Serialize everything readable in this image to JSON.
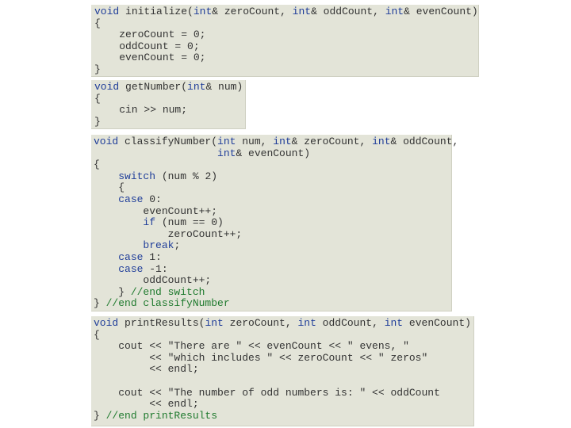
{
  "colors": {
    "background": "#ffffff",
    "block_background": "#e3e4d8",
    "text": "#333333",
    "keyword": "#1f3d99",
    "comment": "#1f7a2e"
  },
  "blocks": [
    {
      "name": "initialize",
      "lines": [
        [
          {
            "t": "kw",
            "s": "void"
          },
          {
            "t": "tx",
            "s": " initialize("
          },
          {
            "t": "kw",
            "s": "int"
          },
          {
            "t": "tx",
            "s": "& zeroCount, "
          },
          {
            "t": "kw",
            "s": "int"
          },
          {
            "t": "tx",
            "s": "& oddCount, "
          },
          {
            "t": "kw",
            "s": "int"
          },
          {
            "t": "tx",
            "s": "& evenCount)"
          }
        ],
        [
          {
            "t": "tx",
            "s": "{"
          }
        ],
        [
          {
            "t": "tx",
            "s": "    zeroCount = 0;"
          }
        ],
        [
          {
            "t": "tx",
            "s": "    oddCount = 0;"
          }
        ],
        [
          {
            "t": "tx",
            "s": "    evenCount = 0;"
          }
        ],
        [
          {
            "t": "tx",
            "s": "}"
          }
        ]
      ]
    },
    {
      "name": "getNumber",
      "lines": [
        [
          {
            "t": "kw",
            "s": "void"
          },
          {
            "t": "tx",
            "s": " getNumber("
          },
          {
            "t": "kw",
            "s": "int"
          },
          {
            "t": "tx",
            "s": "& num)"
          }
        ],
        [
          {
            "t": "tx",
            "s": "{"
          }
        ],
        [
          {
            "t": "tx",
            "s": "    cin >> num;"
          }
        ],
        [
          {
            "t": "tx",
            "s": "}"
          }
        ]
      ]
    },
    {
      "name": "classifyNumber",
      "lines": [
        [
          {
            "t": "kw",
            "s": "void"
          },
          {
            "t": "tx",
            "s": " classifyNumber("
          },
          {
            "t": "kw",
            "s": "int"
          },
          {
            "t": "tx",
            "s": " num, "
          },
          {
            "t": "kw",
            "s": "int"
          },
          {
            "t": "tx",
            "s": "& zeroCount, "
          },
          {
            "t": "kw",
            "s": "int"
          },
          {
            "t": "tx",
            "s": "& oddCount,"
          }
        ],
        [
          {
            "t": "tx",
            "s": "                    "
          },
          {
            "t": "kw",
            "s": "int"
          },
          {
            "t": "tx",
            "s": "& evenCount)"
          }
        ],
        [
          {
            "t": "tx",
            "s": "{"
          }
        ],
        [
          {
            "t": "tx",
            "s": "    "
          },
          {
            "t": "kw",
            "s": "switch"
          },
          {
            "t": "tx",
            "s": " (num % 2)"
          }
        ],
        [
          {
            "t": "tx",
            "s": "    {"
          }
        ],
        [
          {
            "t": "tx",
            "s": "    "
          },
          {
            "t": "kw",
            "s": "case"
          },
          {
            "t": "tx",
            "s": " 0:"
          }
        ],
        [
          {
            "t": "tx",
            "s": "        evenCount++;"
          }
        ],
        [
          {
            "t": "tx",
            "s": "        "
          },
          {
            "t": "kw",
            "s": "if"
          },
          {
            "t": "tx",
            "s": " (num == 0)"
          }
        ],
        [
          {
            "t": "tx",
            "s": "            zeroCount++;"
          }
        ],
        [
          {
            "t": "tx",
            "s": "        "
          },
          {
            "t": "kw",
            "s": "break"
          },
          {
            "t": "tx",
            "s": ";"
          }
        ],
        [
          {
            "t": "tx",
            "s": "    "
          },
          {
            "t": "kw",
            "s": "case"
          },
          {
            "t": "tx",
            "s": " 1:"
          }
        ],
        [
          {
            "t": "tx",
            "s": "    "
          },
          {
            "t": "kw",
            "s": "case"
          },
          {
            "t": "tx",
            "s": " -1:"
          }
        ],
        [
          {
            "t": "tx",
            "s": "        oddCount++;"
          }
        ],
        [
          {
            "t": "tx",
            "s": "    } "
          },
          {
            "t": "cm",
            "s": "//end switch"
          }
        ],
        [
          {
            "t": "tx",
            "s": "} "
          },
          {
            "t": "cm",
            "s": "//end classifyNumber"
          }
        ]
      ]
    },
    {
      "name": "printResults",
      "lines": [
        [
          {
            "t": "kw",
            "s": "void"
          },
          {
            "t": "tx",
            "s": " printResults("
          },
          {
            "t": "kw",
            "s": "int"
          },
          {
            "t": "tx",
            "s": " zeroCount, "
          },
          {
            "t": "kw",
            "s": "int"
          },
          {
            "t": "tx",
            "s": " oddCount, "
          },
          {
            "t": "kw",
            "s": "int"
          },
          {
            "t": "tx",
            "s": " evenCount)"
          }
        ],
        [
          {
            "t": "tx",
            "s": "{"
          }
        ],
        [
          {
            "t": "tx",
            "s": "    cout << \"There are \" << evenCount << \" evens, \""
          }
        ],
        [
          {
            "t": "tx",
            "s": "         << \"which includes \" << zeroCount << \" zeros\""
          }
        ],
        [
          {
            "t": "tx",
            "s": "         << endl;"
          }
        ],
        [
          {
            "t": "tx",
            "s": ""
          }
        ],
        [
          {
            "t": "tx",
            "s": "    cout << \"The number of odd numbers is: \" << oddCount"
          }
        ],
        [
          {
            "t": "tx",
            "s": "         << endl;"
          }
        ],
        [
          {
            "t": "tx",
            "s": "} "
          },
          {
            "t": "cm",
            "s": "//end printResults"
          }
        ]
      ]
    }
  ]
}
